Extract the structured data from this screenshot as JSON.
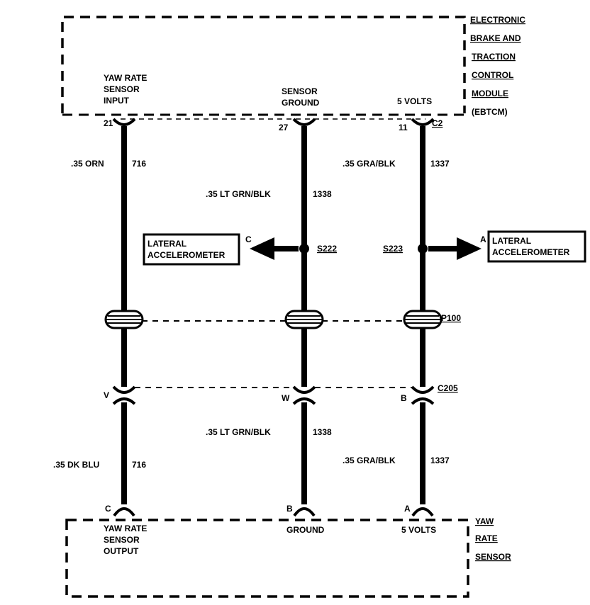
{
  "module": {
    "name_lines": [
      "ELECTRONIC",
      "BRAKE AND",
      "TRACTION",
      "CONTROL",
      "MODULE",
      "(EBTCM)"
    ],
    "pins": [
      {
        "label_lines": [
          "YAW RATE",
          "SENSOR",
          "INPUT"
        ],
        "pin": "21"
      },
      {
        "label_lines": [
          "SENSOR",
          "GROUND"
        ],
        "pin": "27"
      },
      {
        "label_lines": [
          "5 VOLTS"
        ],
        "pin": "11",
        "connector": "C2"
      }
    ]
  },
  "wires_upper": [
    {
      "gauge_color": ".35 ORN",
      "circuit": "716"
    },
    {
      "gauge_color": ".35 LT GRN/BLK",
      "circuit": "1338"
    },
    {
      "gauge_color": ".35 GRA/BLK",
      "circuit": "1337"
    }
  ],
  "splices": [
    {
      "id": "S222",
      "cavity": "C",
      "dest_lines": [
        "LATERAL",
        "ACCELEROMETER"
      ]
    },
    {
      "id": "S223",
      "cavity": "A",
      "dest_lines": [
        "LATERAL",
        "ACCELEROMETER"
      ]
    }
  ],
  "passthrough": {
    "id": "P100"
  },
  "connector": {
    "id": "C205",
    "cavities": [
      "V",
      "W",
      "B"
    ]
  },
  "wires_lower": [
    {
      "gauge_color": ".35 DK BLU",
      "circuit": "716"
    },
    {
      "gauge_color": ".35 LT GRN/BLK",
      "circuit": "1338"
    },
    {
      "gauge_color": ".35 GRA/BLK",
      "circuit": "1337"
    }
  ],
  "sensor": {
    "name_lines": [
      "YAW",
      "RATE",
      "SENSOR"
    ],
    "pins": [
      {
        "cavity": "C",
        "label_lines": [
          "YAW RATE",
          "SENSOR",
          "OUTPUT"
        ]
      },
      {
        "cavity": "B",
        "label_lines": [
          "GROUND"
        ]
      },
      {
        "cavity": "A",
        "label_lines": [
          "5 VOLTS"
        ]
      }
    ]
  }
}
